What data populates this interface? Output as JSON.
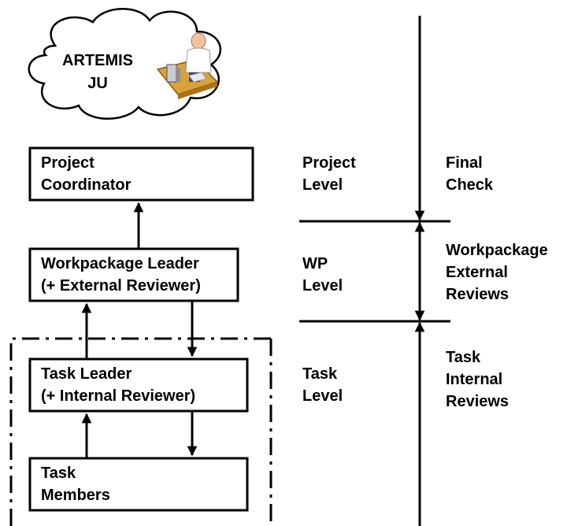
{
  "cloud": {
    "label_line1": "ARTEMIS",
    "label_line2": "JU",
    "icon": "person-at-desk-icon"
  },
  "boxes": {
    "project_coordinator": {
      "line1": "Project",
      "line2": "Coordinator"
    },
    "workpackage_leader": {
      "line1": "Workpackage Leader",
      "line2": "(+ External Reviewer)"
    },
    "task_leader": {
      "line1": "Task Leader",
      "line2": "(+ Internal Reviewer)"
    },
    "task_members": {
      "line1": "Task",
      "line2": "Members"
    }
  },
  "levels": {
    "project": {
      "line1": "Project",
      "line2": "Level"
    },
    "wp": {
      "line1": "WP",
      "line2": "Level"
    },
    "task": {
      "line1": "Task",
      "line2": "Level"
    }
  },
  "review_labels": {
    "final_check": {
      "line1": "Final",
      "line2": "Check"
    },
    "wp_external": {
      "line1": "Workpackage",
      "line2": "External",
      "line3": "Reviews"
    },
    "task_internal": {
      "line1": "Task",
      "line2": "Internal",
      "line3": "Reviews"
    }
  }
}
